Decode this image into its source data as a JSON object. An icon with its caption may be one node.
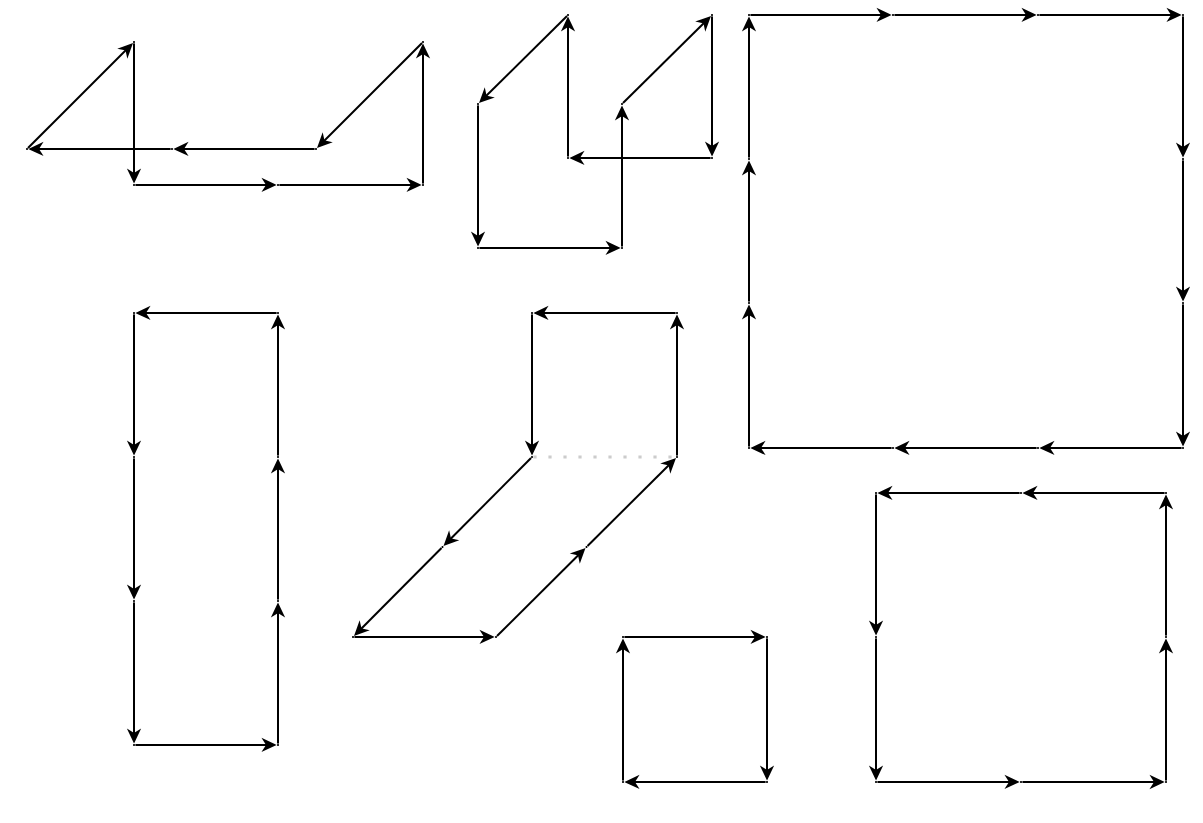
{
  "diagram": {
    "nodes": [
      {
        "text": [],
        "shape": "point"
      },
      {
        "text": [],
        "shape": "point"
      },
      {
        "text": [],
        "shape": "point"
      },
      {
        "text": [],
        "shape": "point"
      },
      {
        "text": [],
        "shape": "point"
      },
      {
        "text": [],
        "shape": "point"
      },
      {
        "text": [],
        "shape": "point"
      },
      {
        "text": [],
        "shape": "point"
      },
      {
        "text": [],
        "shape": "point"
      },
      {
        "text": [],
        "shape": "point"
      },
      {
        "text": [],
        "shape": "point"
      },
      {
        "text": [],
        "shape": "point"
      },
      {
        "text": [],
        "shape": "point"
      },
      {
        "text": [],
        "shape": "point"
      },
      {
        "text": [],
        "shape": "point"
      },
      {
        "text": [],
        "shape": "point"
      },
      {
        "text": [],
        "shape": "point"
      },
      {
        "text": [],
        "shape": "point"
      },
      {
        "text": [],
        "shape": "point"
      },
      {
        "text": [],
        "shape": "point"
      },
      {
        "text": [],
        "shape": "point"
      },
      {
        "text": [],
        "shape": "point"
      },
      {
        "text": [],
        "shape": "point"
      },
      {
        "text": [],
        "shape": "point"
      },
      {
        "text": [],
        "shape": "point"
      },
      {
        "text": [],
        "shape": "point"
      },
      {
        "text": [],
        "shape": "point"
      },
      {
        "text": [],
        "shape": "point"
      },
      {
        "text": [],
        "shape": "point"
      },
      {
        "text": [],
        "shape": "point"
      },
      {
        "text": [],
        "shape": "point"
      },
      {
        "text": [],
        "shape": "point"
      },
      {
        "text": [],
        "shape": "point"
      },
      {
        "text": [],
        "shape": "point"
      },
      {
        "text": [],
        "shape": "point"
      },
      {
        "text": [],
        "shape": "point"
      },
      {
        "text": [],
        "shape": "point"
      },
      {
        "text": [],
        "shape": "point"
      },
      {
        "text": [],
        "shape": "point"
      },
      {
        "text": [],
        "shape": "point"
      },
      {
        "text": [],
        "shape": "point"
      },
      {
        "text": [],
        "shape": "point"
      },
      {
        "text": [],
        "shape": "point"
      },
      {
        "text": [],
        "shape": "point"
      },
      {
        "text": [],
        "shape": "point"
      },
      {
        "text": [],
        "shape": "point"
      },
      {
        "text": [],
        "shape": "point"
      },
      {
        "text": [],
        "shape": "point"
      },
      {
        "text": [],
        "shape": "point"
      },
      {
        "text": [],
        "shape": "point"
      },
      {
        "text": [],
        "shape": "point"
      },
      {
        "text": [],
        "shape": "point"
      },
      {
        "text": [],
        "shape": "point"
      },
      {
        "text": [],
        "shape": "point"
      },
      {
        "text": [],
        "shape": "point"
      },
      {
        "text": [],
        "shape": "point"
      }
    ],
    "edges": [
      {
        "from": 2,
        "to": 0,
        "arrow": "to"
      },
      {
        "from": 0,
        "to": 5,
        "arrow": "to"
      },
      {
        "from": 5,
        "to": 6,
        "arrow": "to"
      },
      {
        "from": 6,
        "to": 7,
        "arrow": "to"
      },
      {
        "from": 7,
        "to": 1,
        "arrow": "to"
      },
      {
        "from": 1,
        "to": 4,
        "arrow": "to"
      },
      {
        "from": 4,
        "to": 3,
        "arrow": "to"
      },
      {
        "from": 3,
        "to": 2,
        "arrow": "to"
      },
      {
        "from": 8,
        "to": 10,
        "arrow": "to"
      },
      {
        "from": 10,
        "to": 14,
        "arrow": "to"
      },
      {
        "from": 14,
        "to": 15,
        "arrow": "to"
      },
      {
        "from": 15,
        "to": 11,
        "arrow": "to"
      },
      {
        "from": 11,
        "to": 9,
        "arrow": "to"
      },
      {
        "from": 9,
        "to": 13,
        "arrow": "to"
      },
      {
        "from": 13,
        "to": 12,
        "arrow": "to"
      },
      {
        "from": 12,
        "to": 8,
        "arrow": "to"
      },
      {
        "from": 16,
        "to": 17,
        "arrow": "to"
      },
      {
        "from": 17,
        "to": 18,
        "arrow": "to"
      },
      {
        "from": 18,
        "to": 19,
        "arrow": "to"
      },
      {
        "from": 19,
        "to": 21,
        "arrow": "to"
      },
      {
        "from": 21,
        "to": 23,
        "arrow": "to"
      },
      {
        "from": 23,
        "to": 27,
        "arrow": "to"
      },
      {
        "from": 27,
        "to": 26,
        "arrow": "to"
      },
      {
        "from": 26,
        "to": 25,
        "arrow": "to"
      },
      {
        "from": 25,
        "to": 24,
        "arrow": "to"
      },
      {
        "from": 24,
        "to": 22,
        "arrow": "to"
      },
      {
        "from": 22,
        "to": 20,
        "arrow": "to"
      },
      {
        "from": 20,
        "to": 16,
        "arrow": "to"
      },
      {
        "from": 29,
        "to": 28,
        "arrow": "to"
      },
      {
        "from": 28,
        "to": 30,
        "arrow": "to"
      },
      {
        "from": 30,
        "to": 32,
        "arrow": "to"
      },
      {
        "from": 32,
        "to": 34,
        "arrow": "to"
      },
      {
        "from": 34,
        "to": 35,
        "arrow": "to"
      },
      {
        "from": 35,
        "to": 33,
        "arrow": "to"
      },
      {
        "from": 33,
        "to": 31,
        "arrow": "to"
      },
      {
        "from": 31,
        "to": 29,
        "arrow": "to"
      },
      {
        "from": 37,
        "to": 36,
        "arrow": "to"
      },
      {
        "from": 36,
        "to": 38,
        "arrow": "to"
      },
      {
        "from": 38,
        "to": 39,
        "arrow": "none",
        "style": "dashed",
        "color": "#cccccc"
      },
      {
        "from": 38,
        "to": 40,
        "arrow": "to"
      },
      {
        "from": 40,
        "to": 42,
        "arrow": "to"
      },
      {
        "from": 42,
        "to": 43,
        "arrow": "to"
      },
      {
        "from": 43,
        "to": 41,
        "arrow": "to"
      },
      {
        "from": 41,
        "to": 39,
        "arrow": "to"
      },
      {
        "from": 39,
        "to": 37,
        "arrow": "to"
      },
      {
        "from": 44,
        "to": 45,
        "arrow": "to"
      },
      {
        "from": 45,
        "to": 47,
        "arrow": "to"
      },
      {
        "from": 47,
        "to": 46,
        "arrow": "to"
      },
      {
        "from": 46,
        "to": 44,
        "arrow": "to"
      },
      {
        "from": 50,
        "to": 49,
        "arrow": "to"
      },
      {
        "from": 49,
        "to": 48,
        "arrow": "to"
      },
      {
        "from": 48,
        "to": 51,
        "arrow": "to"
      },
      {
        "from": 51,
        "to": 53,
        "arrow": "to"
      },
      {
        "from": 53,
        "to": 54,
        "arrow": "to"
      },
      {
        "from": 54,
        "to": 55,
        "arrow": "to"
      },
      {
        "from": 55,
        "to": 52,
        "arrow": "to"
      },
      {
        "from": 52,
        "to": 50,
        "arrow": "to"
      }
    ]
  }
}
